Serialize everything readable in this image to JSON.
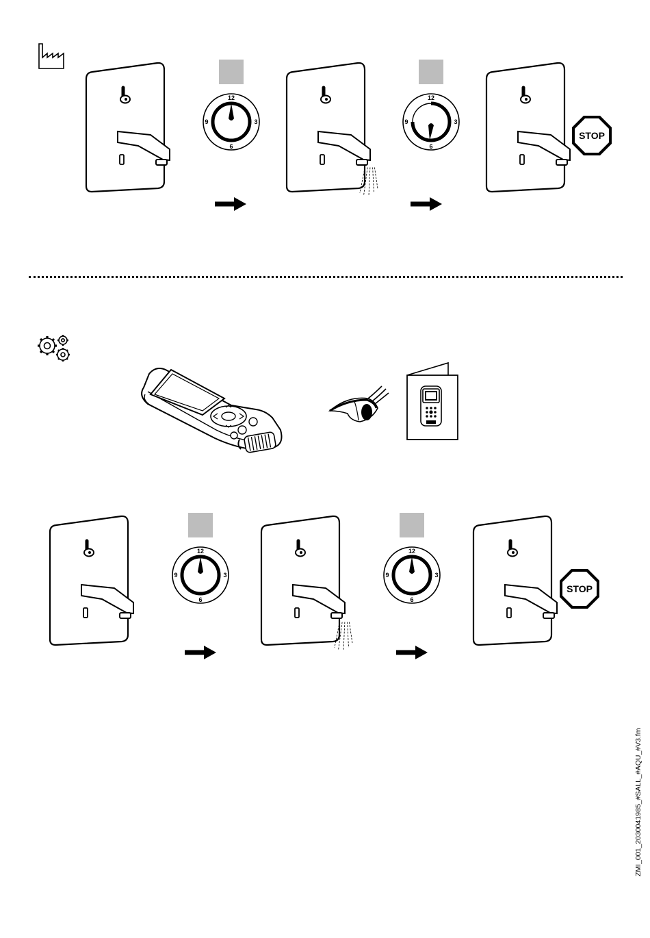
{
  "dial": {
    "n12": "12",
    "n3": "3",
    "n6": "6",
    "n9": "9"
  },
  "stop_label": "STOP",
  "footer": {
    "file_code": "ZMI_001_2030041985_#SALL_#AQU_#V3.fm"
  },
  "icons": {
    "factory": "factory-icon",
    "gears": "gears-icon",
    "eye": "eye-icon",
    "remote": "remote-control-icon",
    "booklet": "manual-booklet-icon",
    "arrow": "arrow-right-icon",
    "stop": "stop-sign-icon"
  },
  "colors": {
    "ink": "#000000",
    "grey_box": "#bdbdbd",
    "paper": "#ffffff"
  }
}
